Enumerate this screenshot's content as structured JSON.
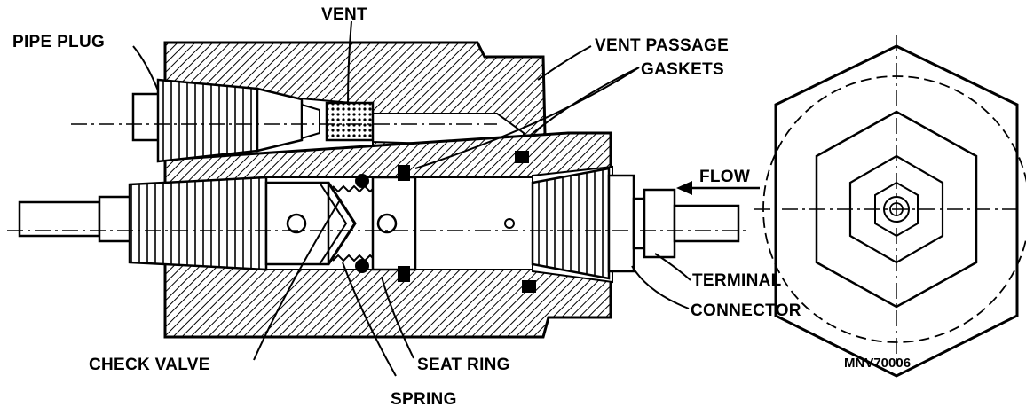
{
  "diagram": {
    "labels": {
      "pipe_plug": "PIPE PLUG",
      "vent": "VENT",
      "vent_passage": "VENT PASSAGE",
      "gaskets": "GASKETS",
      "flow": "FLOW",
      "terminal": "TERMINAL",
      "connector": "CONNECTOR",
      "check_valve": "CHECK VALVE",
      "seat_ring": "SEAT RING",
      "spring": "SPRING",
      "figure_id": "MNV70006"
    },
    "colors": {
      "ink": "#000000",
      "paper": "#ffffff"
    }
  }
}
